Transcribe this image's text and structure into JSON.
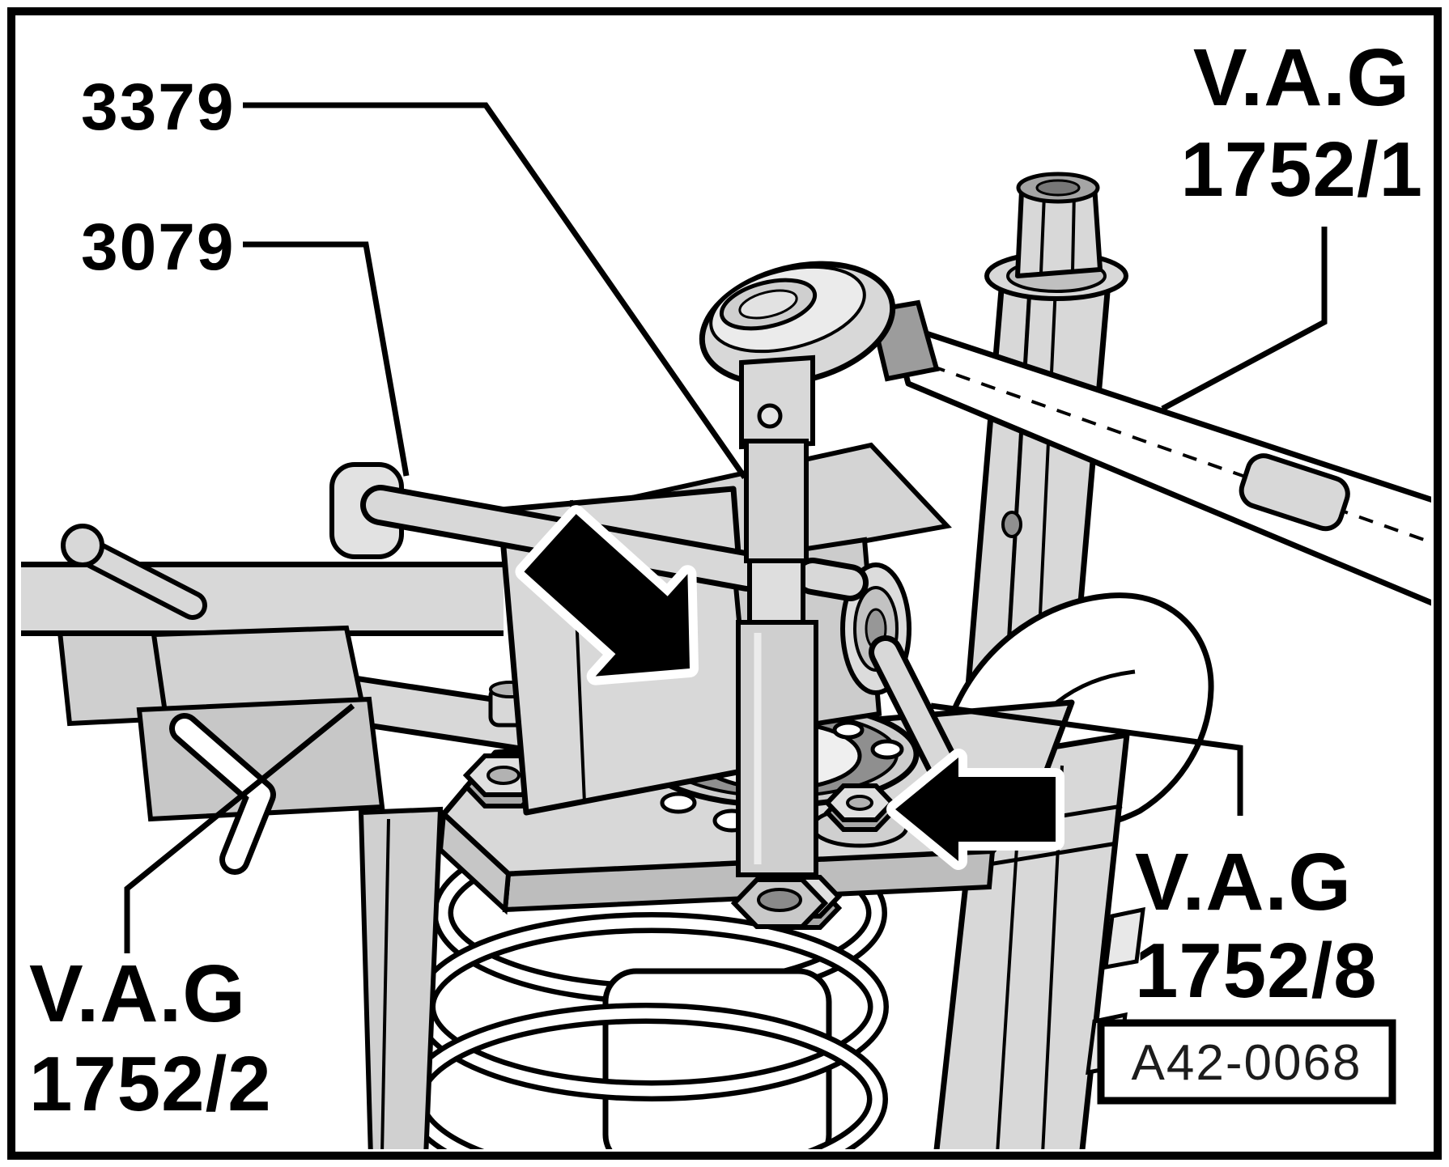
{
  "figure": {
    "drawing_code": "A42-0068",
    "labels": {
      "tool_3379": "3379",
      "tool_3079": "3079",
      "brand": "V.A.G",
      "tool_1752_1": "1752/1",
      "tool_1752_2": "1752/2",
      "tool_1752_8": "1752/8"
    },
    "colors": {
      "line": "#000000",
      "metal": "#d8d8d8",
      "metal_dark": "#bdbdbd",
      "background": "#ffffff"
    }
  }
}
